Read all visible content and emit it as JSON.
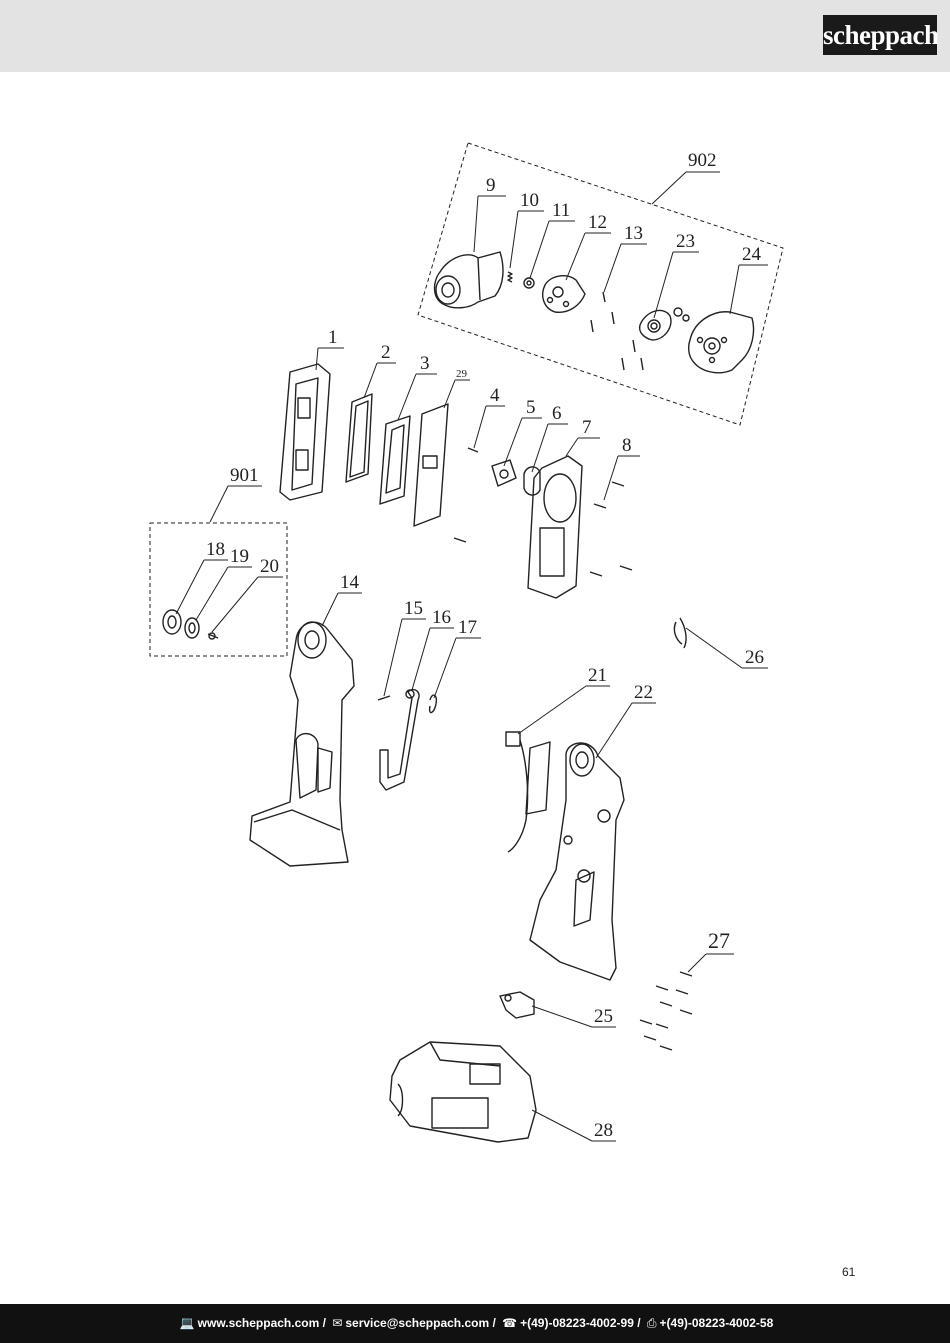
{
  "brand": {
    "logo_text": "scheppach"
  },
  "diagram": {
    "part_labels": [
      {
        "id": "902",
        "text": "902"
      },
      {
        "id": "9",
        "text": "9"
      },
      {
        "id": "10",
        "text": "10"
      },
      {
        "id": "11",
        "text": "11"
      },
      {
        "id": "12",
        "text": "12"
      },
      {
        "id": "13",
        "text": "13"
      },
      {
        "id": "23",
        "text": "23"
      },
      {
        "id": "24",
        "text": "24"
      },
      {
        "id": "1",
        "text": "1"
      },
      {
        "id": "2",
        "text": "2"
      },
      {
        "id": "3",
        "text": "3"
      },
      {
        "id": "29",
        "text": "29"
      },
      {
        "id": "4",
        "text": "4"
      },
      {
        "id": "5",
        "text": "5"
      },
      {
        "id": "6",
        "text": "6"
      },
      {
        "id": "7",
        "text": "7"
      },
      {
        "id": "8",
        "text": "8"
      },
      {
        "id": "901",
        "text": "901"
      },
      {
        "id": "18",
        "text": "18"
      },
      {
        "id": "19",
        "text": "19"
      },
      {
        "id": "20",
        "text": "20"
      },
      {
        "id": "14",
        "text": "14"
      },
      {
        "id": "15",
        "text": "15"
      },
      {
        "id": "16",
        "text": "16"
      },
      {
        "id": "17",
        "text": "17"
      },
      {
        "id": "26",
        "text": "26"
      },
      {
        "id": "21",
        "text": "21"
      },
      {
        "id": "22",
        "text": "22"
      },
      {
        "id": "27",
        "text": "27"
      },
      {
        "id": "25",
        "text": "25"
      },
      {
        "id": "28",
        "text": "28"
      }
    ]
  },
  "page_number": "61",
  "footer": {
    "website_icon": "laptop-icon",
    "website": "www.scheppach.com",
    "email_icon": "envelope-icon",
    "email": "service@scheppach.com",
    "phone_icon": "phone-icon",
    "phone": "+(49)-08223-4002-99",
    "fax_icon": "fax-icon",
    "fax": "+(49)-08223-4002-58",
    "separator": "/"
  },
  "colors": {
    "header_bg": "#e3e3e3",
    "footer_bg": "#111111",
    "ink": "#222222"
  }
}
